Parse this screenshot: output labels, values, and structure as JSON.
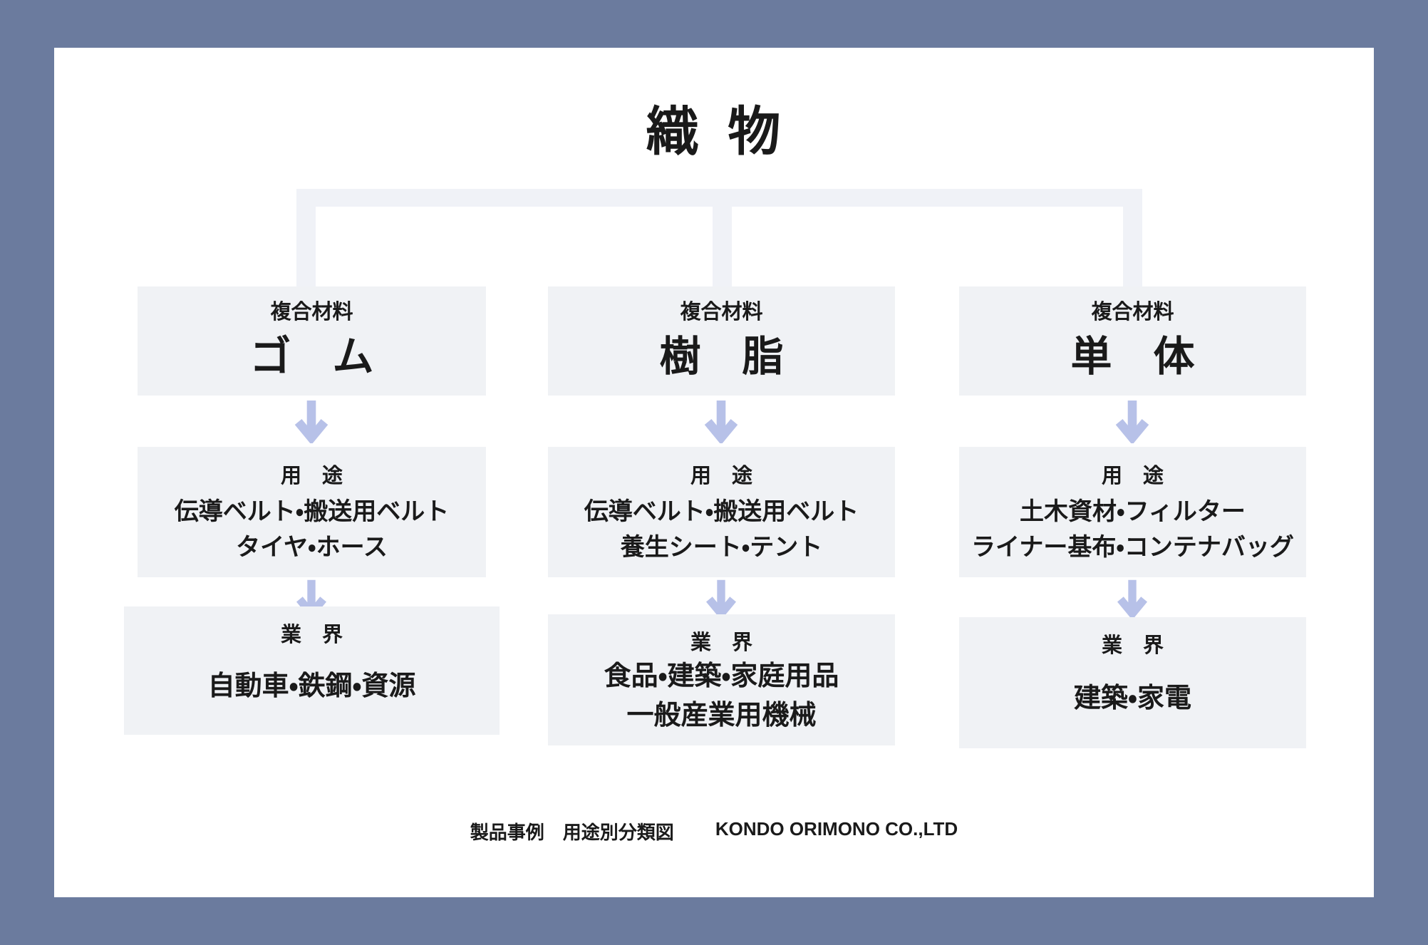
{
  "slide": {
    "title": "織 物",
    "footer": {
      "caption": "製品事例　用途別分類図",
      "company": "KONDO ORIMONO CO.,LTD"
    }
  },
  "colors": {
    "frame": "#6B7B9E",
    "page": "#FFFFFF",
    "box": "#F0F2F5",
    "connector": "#F0F2F7",
    "arrow": "#B7C1E8",
    "ink": "#1A1A1A"
  },
  "icons": {
    "down_arrow": "↓"
  },
  "columns": [
    {
      "id": "rubber",
      "material_label": "複合材料",
      "material_name": "ゴ　ム",
      "usage_label": "用　途",
      "usage_lines": [
        "伝導ベルト・搬送用ベルト",
        "タイヤ・ホース"
      ],
      "industry_label": "業　界",
      "industry_lines": [
        "自動車・鉄鋼・資源"
      ]
    },
    {
      "id": "resin",
      "material_label": "複合材料",
      "material_name": "樹　脂",
      "usage_label": "用　途",
      "usage_lines": [
        "伝導ベルト・搬送用ベルト",
        "養生シート・テント"
      ],
      "industry_label": "業　界",
      "industry_lines": [
        "食品・建築・家庭用品",
        "一般産業用機械"
      ]
    },
    {
      "id": "single",
      "material_label": "複合材料",
      "material_name": "単　体",
      "usage_label": "用　途",
      "usage_lines": [
        "土木資材・フィルター",
        "ライナー基布・コンテナバッグ"
      ],
      "industry_label": "業　界",
      "industry_lines": [
        "建築・家電"
      ]
    }
  ]
}
